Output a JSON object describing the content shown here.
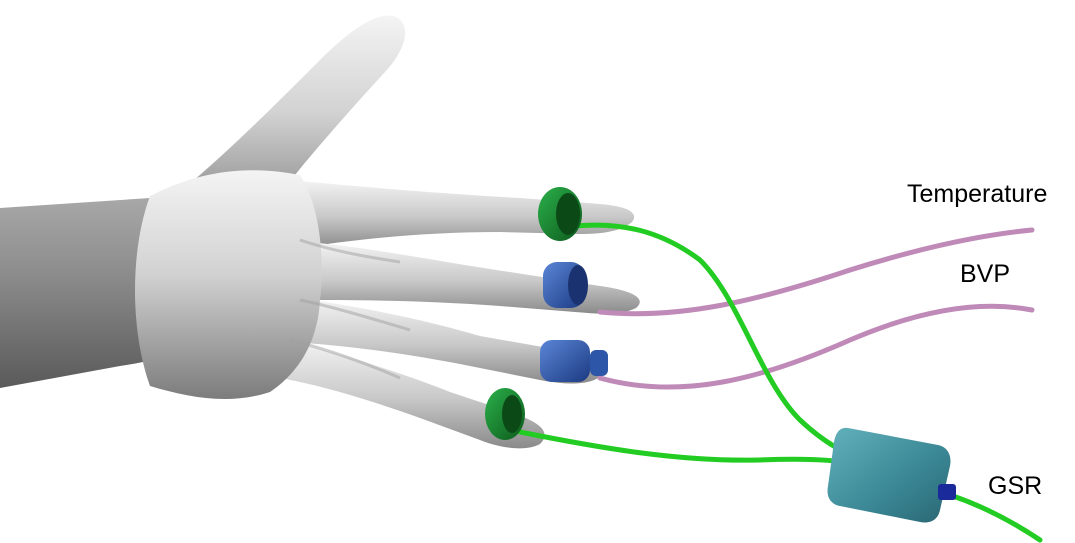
{
  "labels": {
    "temperature": "Temperature",
    "bvp": "BVP",
    "gsr": "GSR"
  },
  "colors": {
    "green_wire": "#22cc22",
    "pink_wire": "#c08ab8",
    "green_sensor": "#157a2a",
    "blue_sensor": "#2f58a8",
    "gsr_box": "#3e8e9c",
    "hand": "#cfcfcf"
  }
}
